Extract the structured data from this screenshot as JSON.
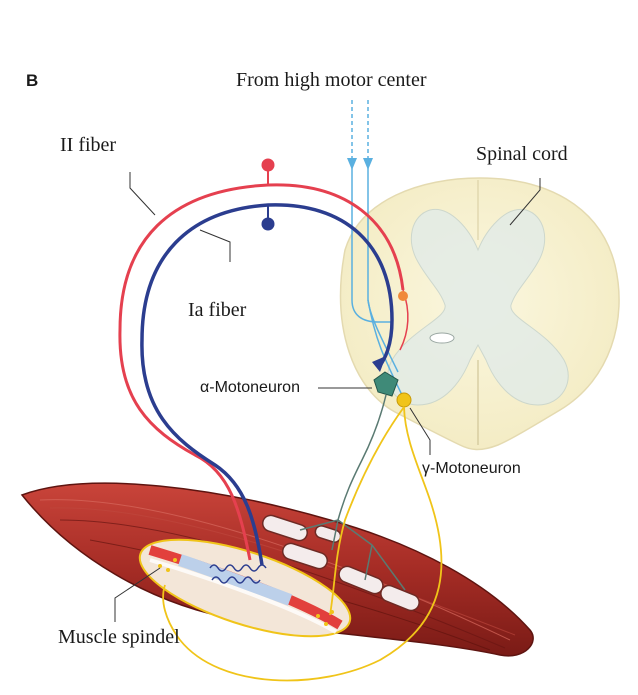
{
  "panel_label": "B",
  "labels": {
    "from_high_motor_center": "From high motor center",
    "ii_fiber": "II fiber",
    "spinal_cord": "Spinal cord",
    "ia_fiber": "Ia fiber",
    "alpha_motoneuron": "α-Motoneuron",
    "gamma_motoneuron": "γ-Motoneuron",
    "muscle_spindel": "Muscle spindel"
  },
  "colors": {
    "ii_fiber": "#e5404f",
    "ia_fiber": "#2b3d8f",
    "gamma_efferent": "#f0c419",
    "descending_tract": "#5ab0e0",
    "spinal_cord": "#f7f1cf",
    "gray_matter": "#dfe8e6",
    "muscle": "#a8302a",
    "alpha_efferent": "#5a7a72"
  }
}
